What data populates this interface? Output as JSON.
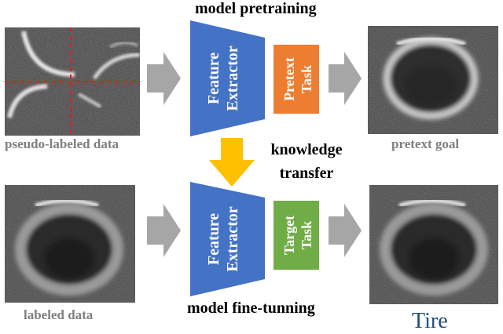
{
  "top_title": "model pretraining",
  "bottom_title": "model fine-tunning",
  "knowledge_transfer": {
    "line1": "knowledge",
    "line2": "transfer"
  },
  "captions": {
    "pseudo_labeled": "pseudo-labeled data",
    "pretext_goal": "pretext goal",
    "labeled": "labeled data"
  },
  "output_label": "Tire",
  "pretrain_block": {
    "extractor": {
      "line1": "Feature",
      "line2": "Extractor"
    },
    "task": {
      "line1": "Pretext",
      "line2": "Task"
    }
  },
  "finetune_block": {
    "extractor": {
      "line1": "Feature",
      "line2": "Extractor"
    },
    "task": {
      "line1": "Target",
      "line2": "Task"
    }
  },
  "colors": {
    "extractor": "#4472c4",
    "pretext_task": "#ed7d31",
    "target_task": "#70ad47",
    "transfer_arrow": "#ffc000",
    "flow_arrow": "#a6a6a6",
    "grid_line": "#e0201a",
    "output_label": "#1f4e79"
  }
}
